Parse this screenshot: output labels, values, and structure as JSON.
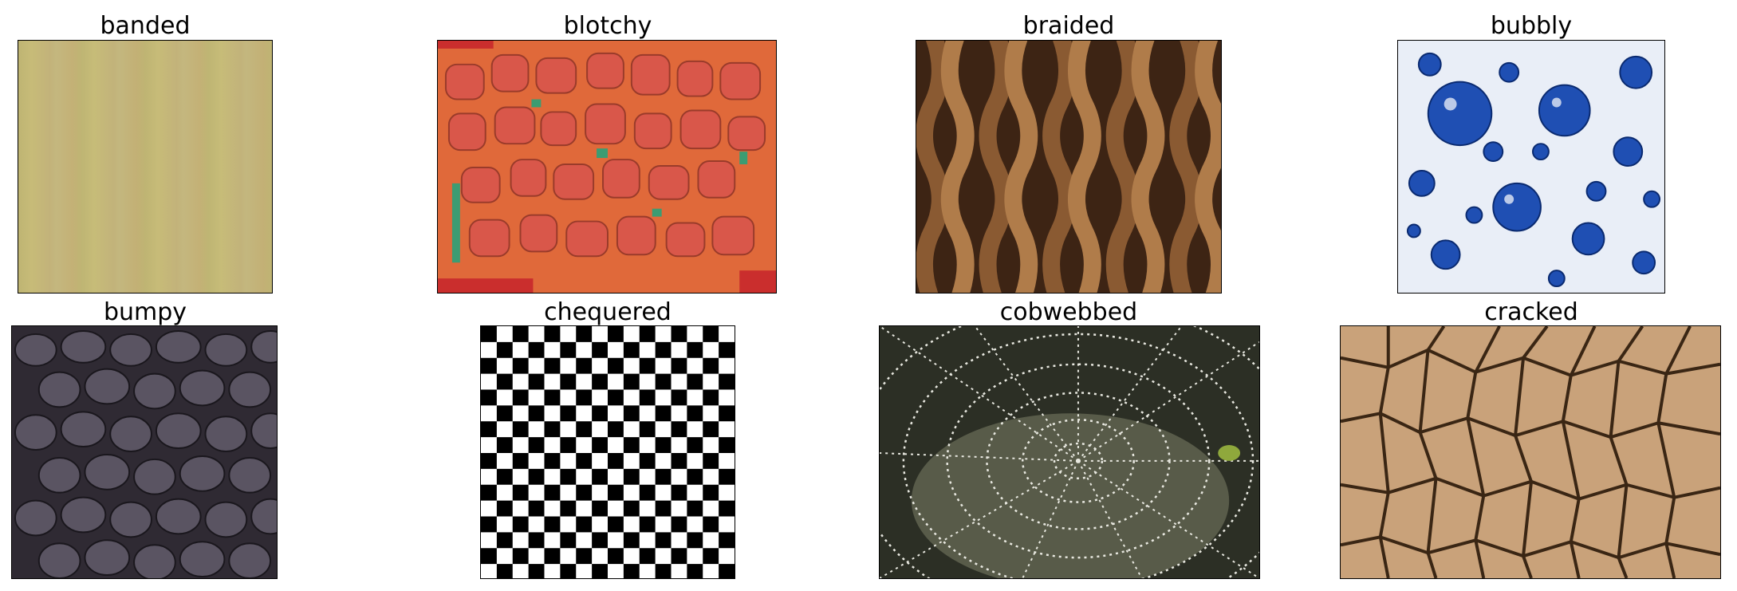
{
  "figure": {
    "panels": [
      {
        "label": "banded"
      },
      {
        "label": "blotchy"
      },
      {
        "label": "braided"
      },
      {
        "label": "bubbly"
      },
      {
        "label": "bumpy"
      },
      {
        "label": "chequered"
      },
      {
        "label": "cobwebbed"
      },
      {
        "label": "cracked"
      }
    ]
  }
}
